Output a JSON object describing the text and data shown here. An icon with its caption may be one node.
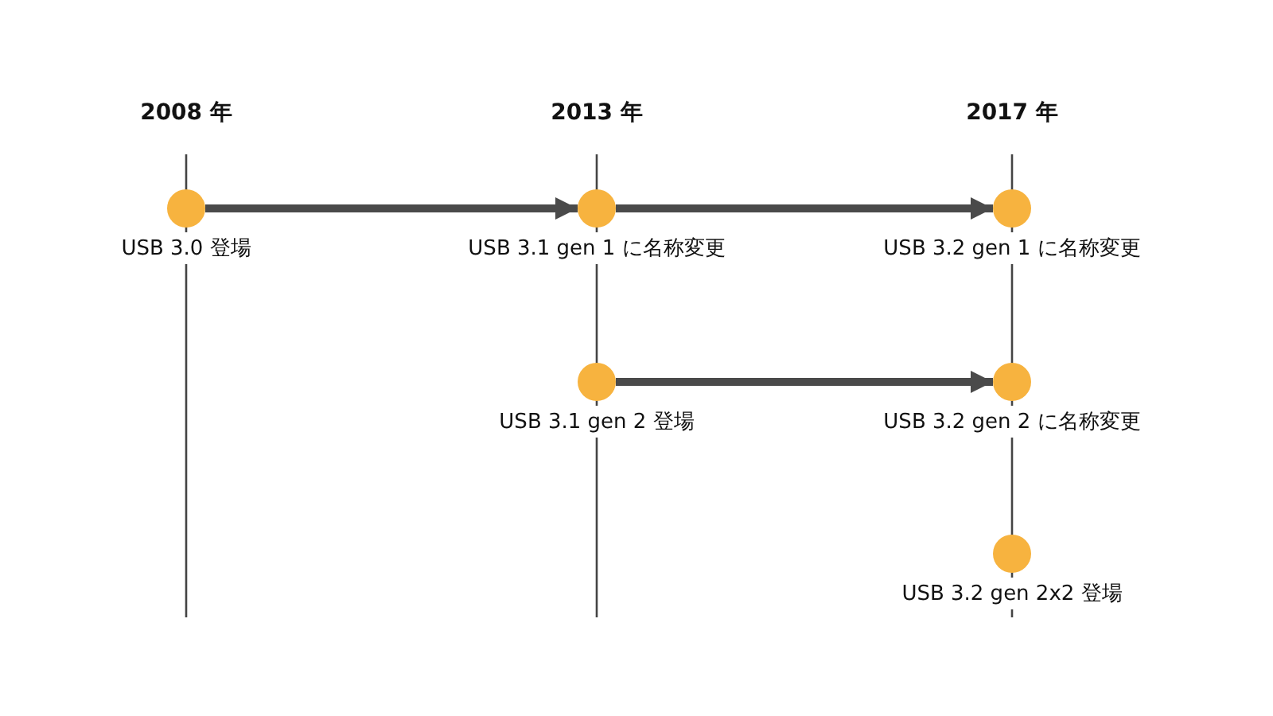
{
  "diagram": {
    "nodes": [
      {
        "text": [
          "USB 3.0 登場"
        ]
      },
      {
        "text": [
          "USB 3.1 gen 1 に名称変更"
        ]
      },
      {
        "text": [
          "USB 3.2 gen 1 に名称変更"
        ]
      },
      {
        "text": [
          "USB 3.1 gen 2 登場"
        ]
      },
      {
        "text": [
          "USB 3.2 gen 2 に名称変更"
        ]
      },
      {
        "text": [
          "USB 3.2 gen 2x2 登場"
        ]
      }
    ],
    "edges": [
      {
        "from": 0,
        "to": 1,
        "arrow": "to"
      },
      {
        "from": 1,
        "to": 2,
        "arrow": "to"
      },
      {
        "from": 3,
        "to": 4,
        "arrow": "to"
      }
    ],
    "labels": [
      "2008 年",
      "2013 年",
      "2017 年"
    ]
  }
}
